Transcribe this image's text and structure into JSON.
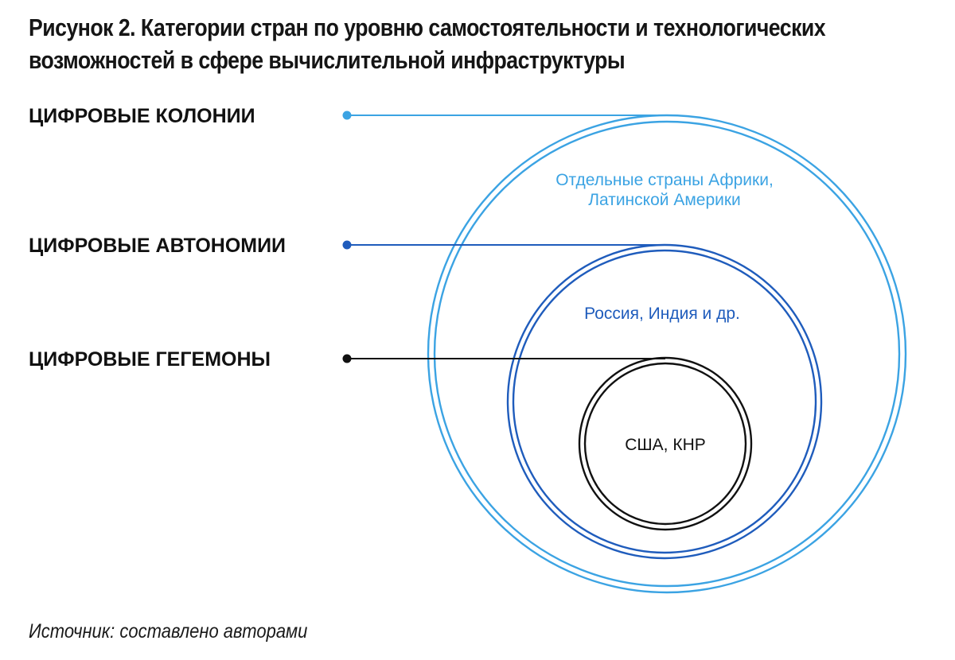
{
  "figure": {
    "title_line1": "Рисунок 2. Категории стран по уровню самостоятельности и технологических",
    "title_line2": "возможностей в сфере вычислительной инфраструктуры",
    "source": "Источник: составлено авторами"
  },
  "categories": [
    {
      "label": "ЦИФРОВЫЕ КОЛОНИИ",
      "examples": [
        "Отдельные страны Африки,",
        "Латинской Америки"
      ],
      "color": "#3ba3e3"
    },
    {
      "label": "ЦИФРОВЫЕ АВТОНОМИИ",
      "examples": [
        "Россия, Индия и др."
      ],
      "color": "#1f5cbc"
    },
    {
      "label": "ЦИФРОВЫЕ ГЕГЕМОНЫ",
      "examples": [
        "США, КНР"
      ],
      "color": "#111111"
    }
  ]
}
